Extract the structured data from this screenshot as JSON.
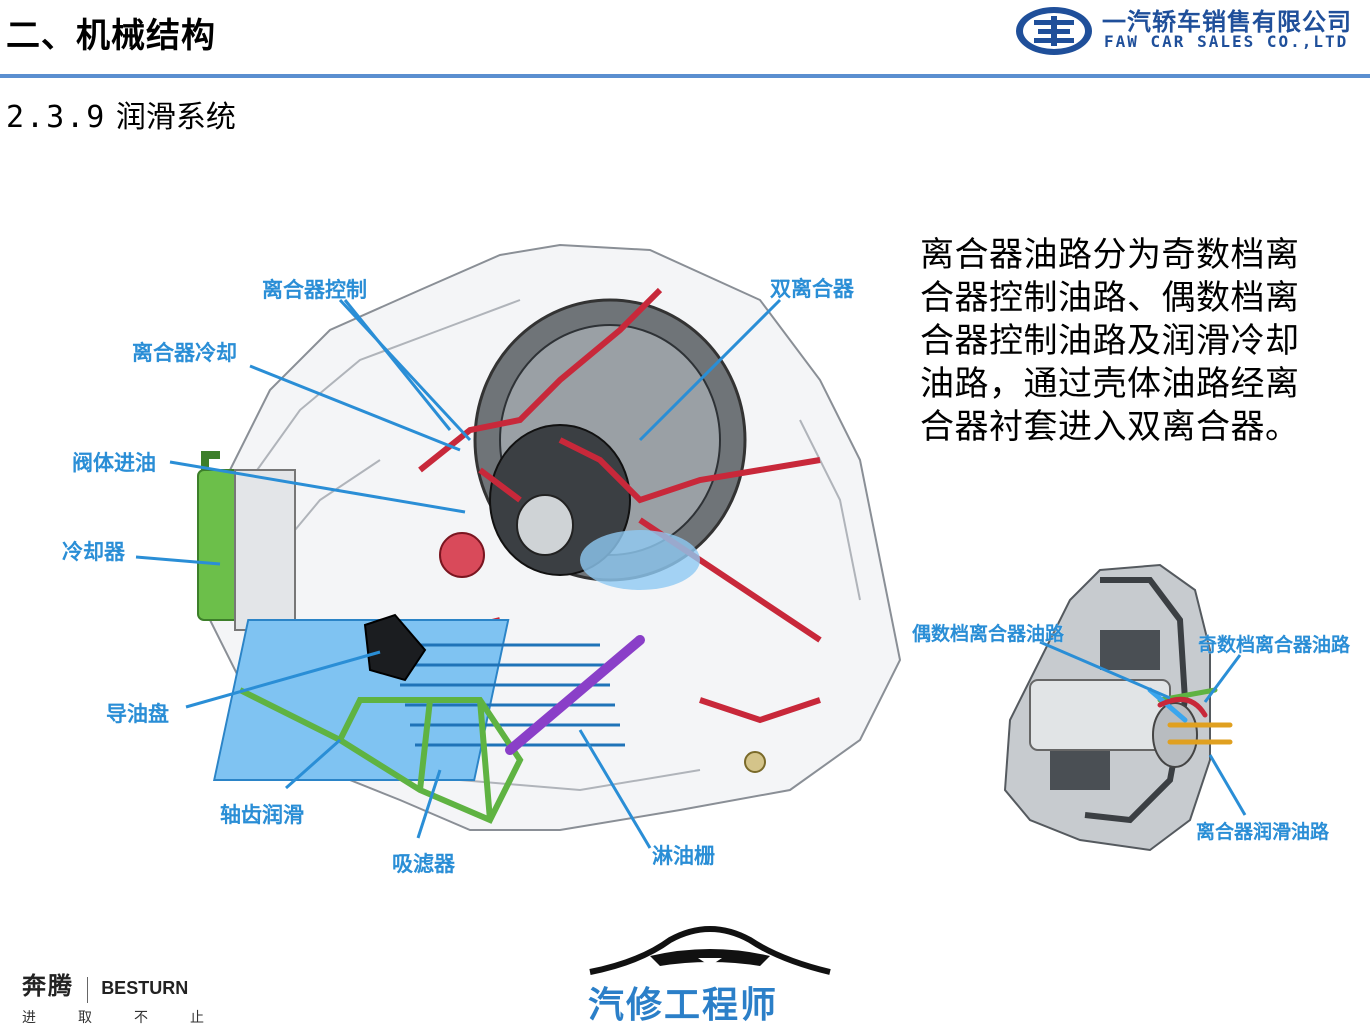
{
  "header": {
    "title": "二、机械结构",
    "company_cn": "一汽轿车销售有限公司",
    "company_en": "FAW CAR SALES CO.,LTD"
  },
  "section": {
    "number": "2.3.9",
    "title": "润滑系统"
  },
  "description_lines": [
    "离合器油路分为奇数档离",
    "合器控制油路、偶数档离",
    "合器控制油路及润滑冷却",
    "油路，通过壳体油路经离",
    "合器衬套进入双离合器。"
  ],
  "main_figure": {
    "labels": {
      "clutch_control": "离合器控制",
      "clutch_cooling": "离合器冷却",
      "valve_inlet": "阀体进油",
      "cooler": "冷却器",
      "oil_guide_pan": "导油盘",
      "shaft_gear_lube": "轴齿润滑",
      "suction_filter": "吸滤器",
      "oil_spray_grid": "淋油栅",
      "dual_clutch": "双离合器"
    }
  },
  "clutch_figure": {
    "labels": {
      "even_clutch_oil": "偶数档离合器油路",
      "odd_clutch_oil": "奇数档离合器油路",
      "clutch_lube_oil": "离合器润滑油路"
    }
  },
  "footer": {
    "brand_cn": "奔腾",
    "brand_en": "BESTURN",
    "slogan": "进取不止",
    "watermark": "汽修工程师"
  },
  "colors": {
    "accent_blue": "#2a8ed6",
    "rule_blue": "#5b8fd0",
    "company_blue": "#1f4f9a",
    "oil_red": "#c8283a",
    "oil_green": "#5fb342",
    "oil_blue": "#3aa6ee",
    "oil_purple": "#8a3fc8"
  }
}
